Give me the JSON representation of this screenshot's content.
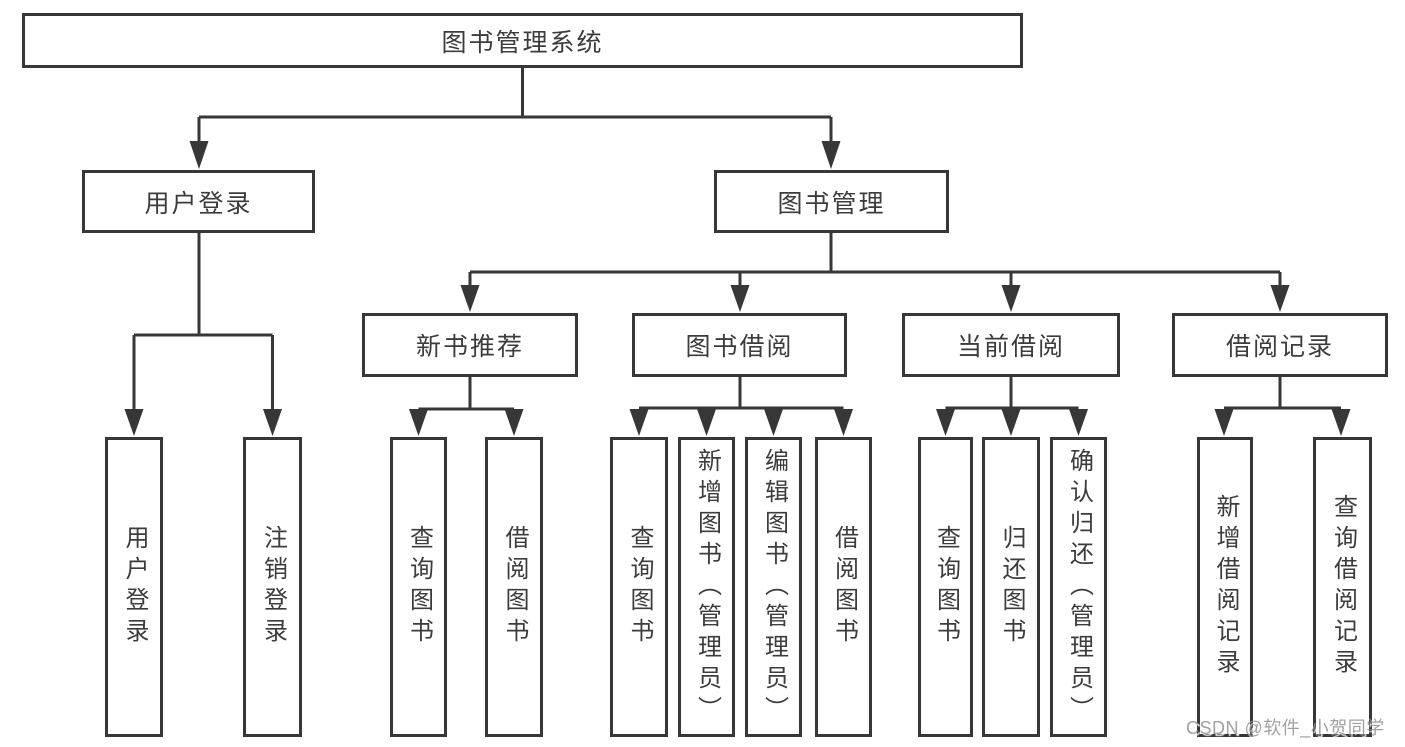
{
  "tree": {
    "root": {
      "label": "图书管理系统"
    },
    "login": {
      "label": "用户登录",
      "children": [
        {
          "label": "用户登录"
        },
        {
          "label": "注销登录"
        }
      ]
    },
    "mgmt": {
      "label": "图书管理",
      "groups": [
        {
          "label": "新书推荐",
          "children": [
            {
              "label": "查询图书"
            },
            {
              "label": "借阅图书"
            }
          ]
        },
        {
          "label": "图书借阅",
          "children": [
            {
              "label": "查询图书"
            },
            {
              "label": "新增图书（管理员）"
            },
            {
              "label": "编辑图书（管理员）"
            },
            {
              "label": "借阅图书"
            }
          ]
        },
        {
          "label": "当前借阅",
          "children": [
            {
              "label": "查询图书"
            },
            {
              "label": "归还图书"
            },
            {
              "label": "确认归还（管理员）"
            }
          ]
        },
        {
          "label": "借阅记录",
          "children": [
            {
              "label": "新增借阅记录"
            },
            {
              "label": "查询借阅记录"
            }
          ]
        }
      ]
    }
  },
  "watermark": {
    "text": "CSDN @软件_小贺同学"
  },
  "colors": {
    "line": "#373737",
    "text": "#3c3c3c",
    "box_background": "#ffffff",
    "page_background": "#ffffff",
    "watermark": "#919191"
  }
}
